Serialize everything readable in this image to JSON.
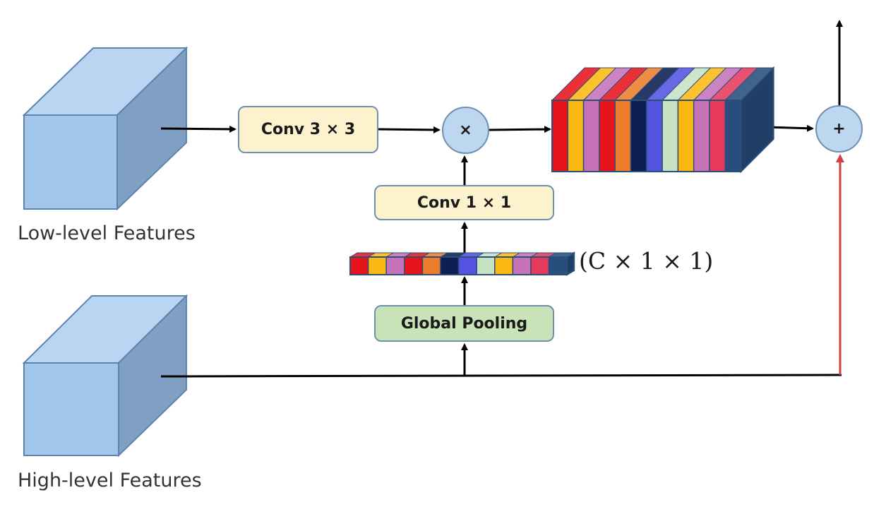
{
  "diagram": {
    "inputs": {
      "low_level": "Low-level Features",
      "high_level": "High-level Features"
    },
    "blocks": {
      "conv3": "Conv 3 × 3",
      "conv1": "Conv 1 × 1",
      "global_pooling": "Global Pooling"
    },
    "operators": {
      "multiply": "×",
      "add": "+"
    },
    "vector_shape": "(C × 1 × 1)",
    "colors": {
      "cube_front": "#a3c6eb",
      "cube_top": "#b9d5f1",
      "cube_side": "#7fa0c2",
      "cube_edge": "#5d84ad",
      "box_conv_fill": "#fdf2ce",
      "box_pool_fill": "#c7e3b7",
      "circle_fill": "#bcd7ef",
      "arrow": "#000000",
      "residual_arrow": "#d24040",
      "channel_colors": [
        "#e8141c",
        "#fbb812",
        "#c572b8",
        "#e8141c",
        "#ee7d2b",
        "#0b1f52",
        "#5353e0",
        "#c6e2c3",
        "#fbb812",
        "#c572b8",
        "#e53a5c",
        "#274e7d"
      ]
    }
  }
}
